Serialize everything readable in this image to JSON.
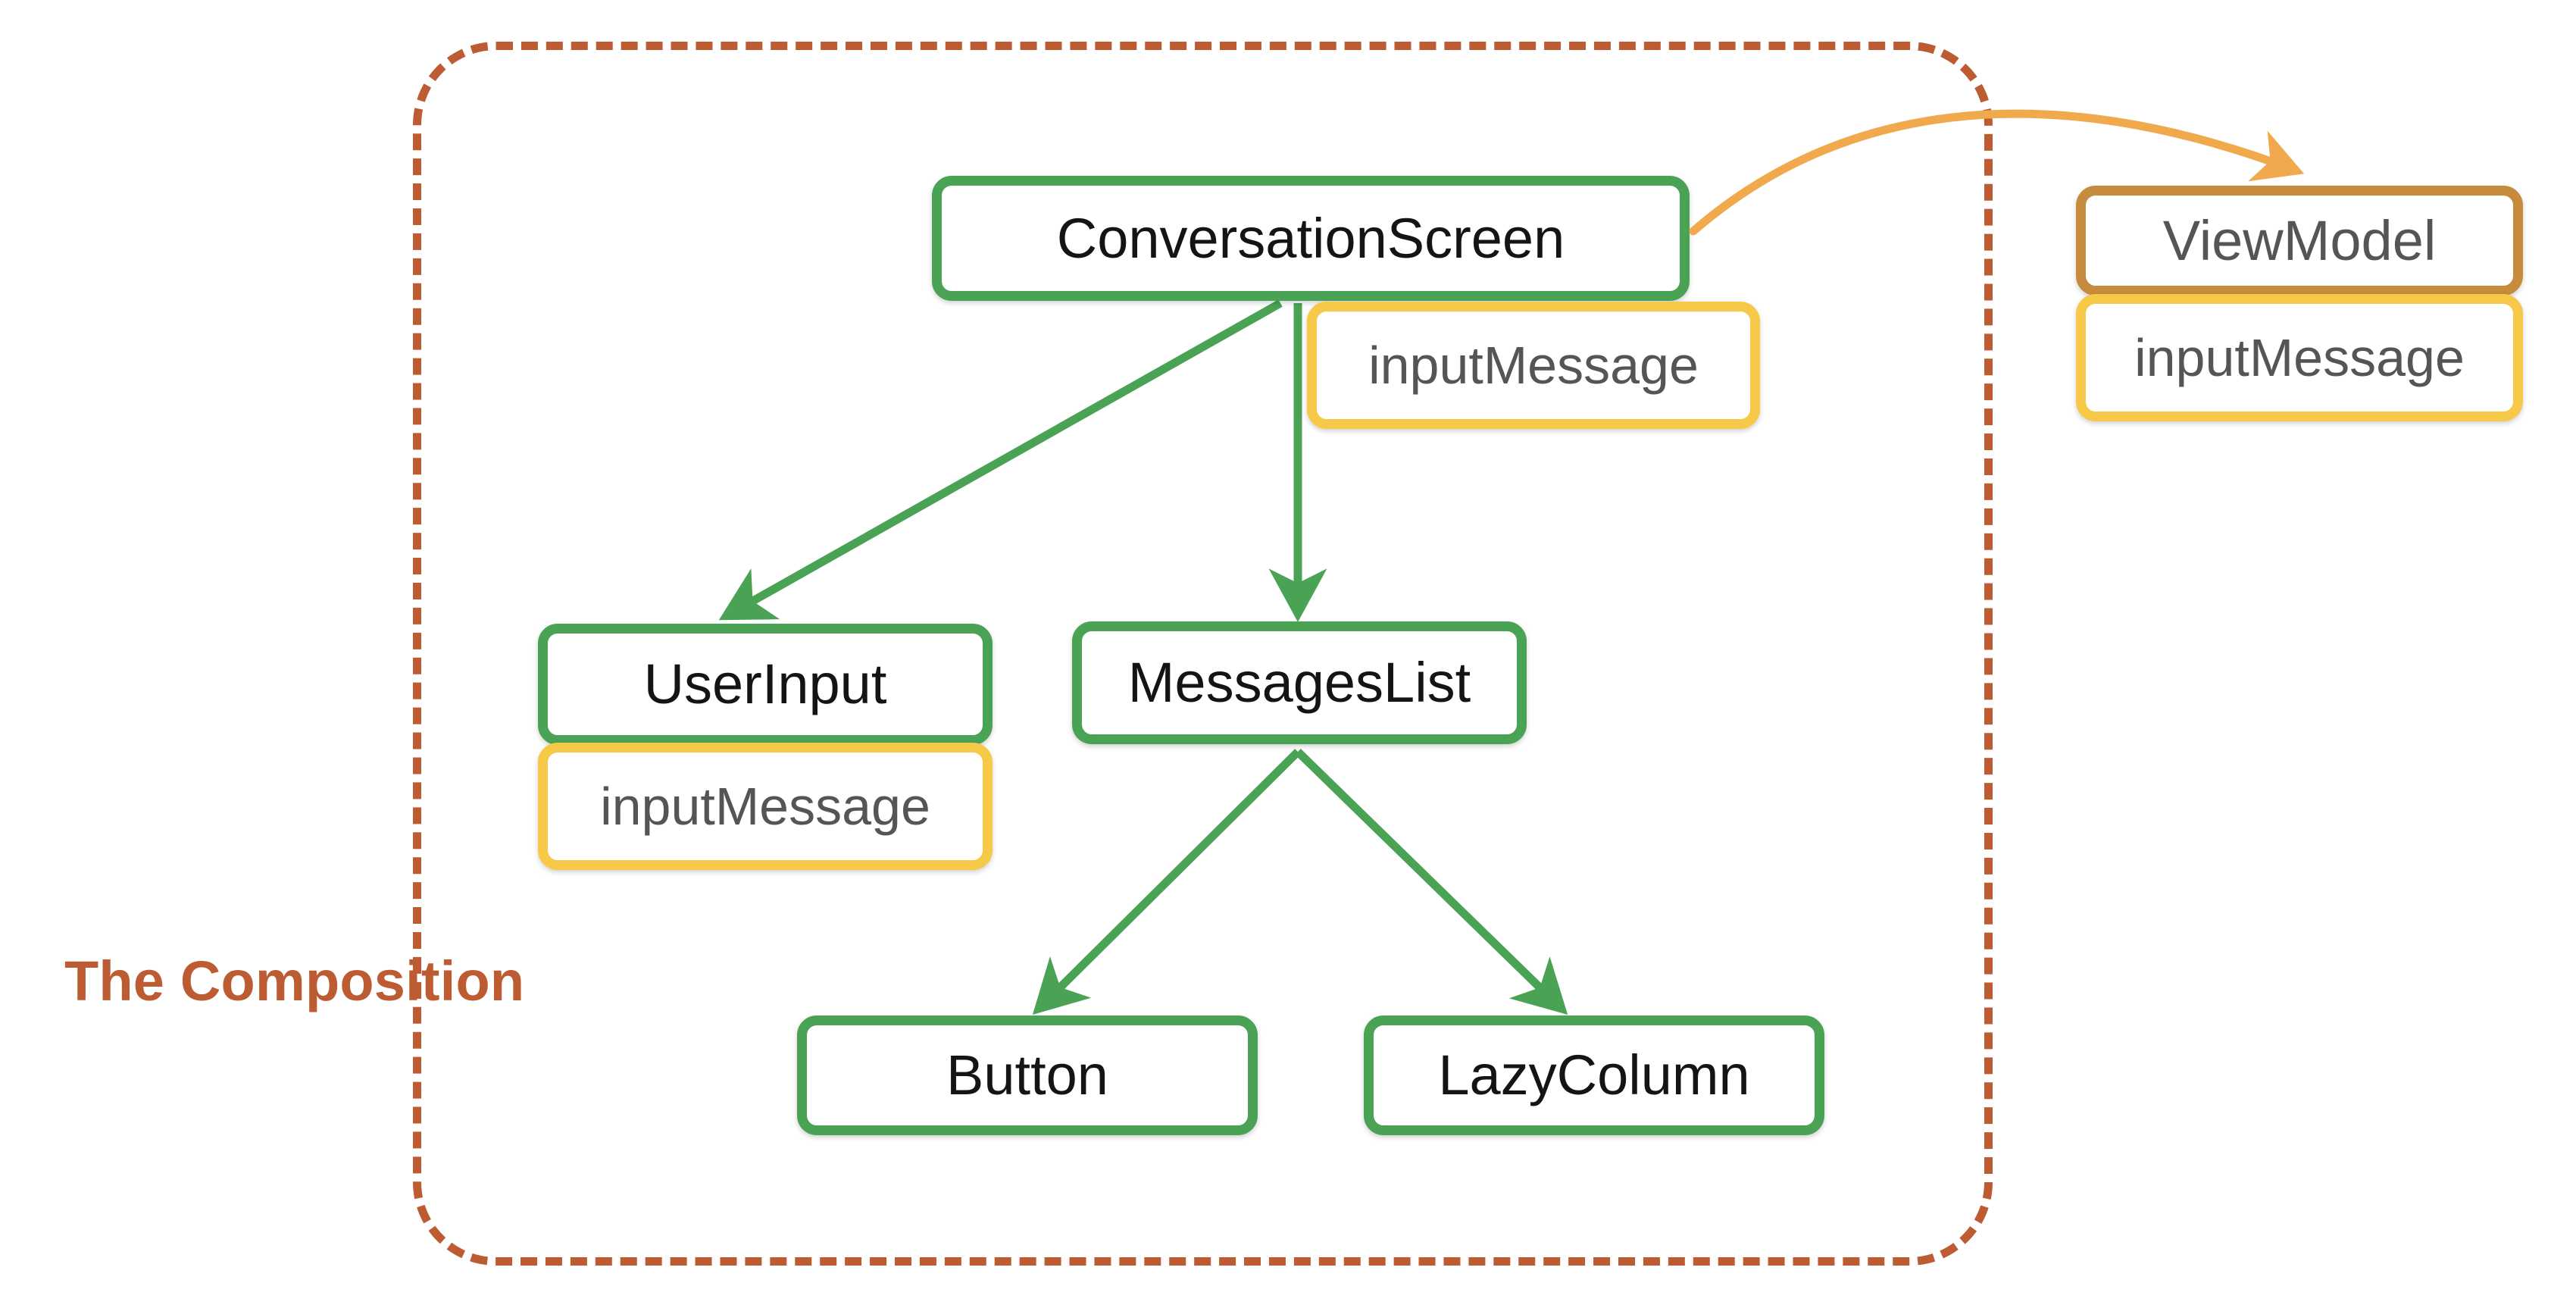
{
  "diagram": {
    "title": "The Composition",
    "boundary_label": "The Composition",
    "boundary_color": "#BD5B33",
    "colors": {
      "composable_green": "#4AA355",
      "state_yellow": "#F7C948",
      "viewmodel_brown": "#C68B3C",
      "curve_orange": "#F0A94C",
      "node_text": "#141414",
      "state_text": "#555555",
      "background": "#FFFFFF"
    },
    "nodes": [
      {
        "id": "conversationscreen",
        "label": "ConversationScreen",
        "kind": "composable"
      },
      {
        "id": "conversationscreen_state",
        "label": "inputMessage",
        "kind": "state"
      },
      {
        "id": "viewmodel",
        "label": "ViewModel",
        "kind": "viewmodel"
      },
      {
        "id": "viewmodel_state",
        "label": "inputMessage",
        "kind": "state"
      },
      {
        "id": "userinput",
        "label": "UserInput",
        "kind": "composable"
      },
      {
        "id": "userinput_state",
        "label": "inputMessage",
        "kind": "state"
      },
      {
        "id": "messageslist",
        "label": "MessagesList",
        "kind": "composable"
      },
      {
        "id": "button",
        "label": "Button",
        "kind": "composable"
      },
      {
        "id": "lazycolumn",
        "label": "LazyColumn",
        "kind": "composable"
      }
    ],
    "edges": [
      {
        "from": "conversationscreen",
        "to": "userinput",
        "style": "solid",
        "color": "#4AA355"
      },
      {
        "from": "conversationscreen",
        "to": "messageslist",
        "style": "solid",
        "color": "#4AA355"
      },
      {
        "from": "messageslist",
        "to": "button",
        "style": "solid",
        "color": "#4AA355"
      },
      {
        "from": "messageslist",
        "to": "lazycolumn",
        "style": "solid",
        "color": "#4AA355"
      },
      {
        "from": "conversationscreen",
        "to": "viewmodel",
        "style": "curved",
        "color": "#F0A94C"
      }
    ]
  }
}
